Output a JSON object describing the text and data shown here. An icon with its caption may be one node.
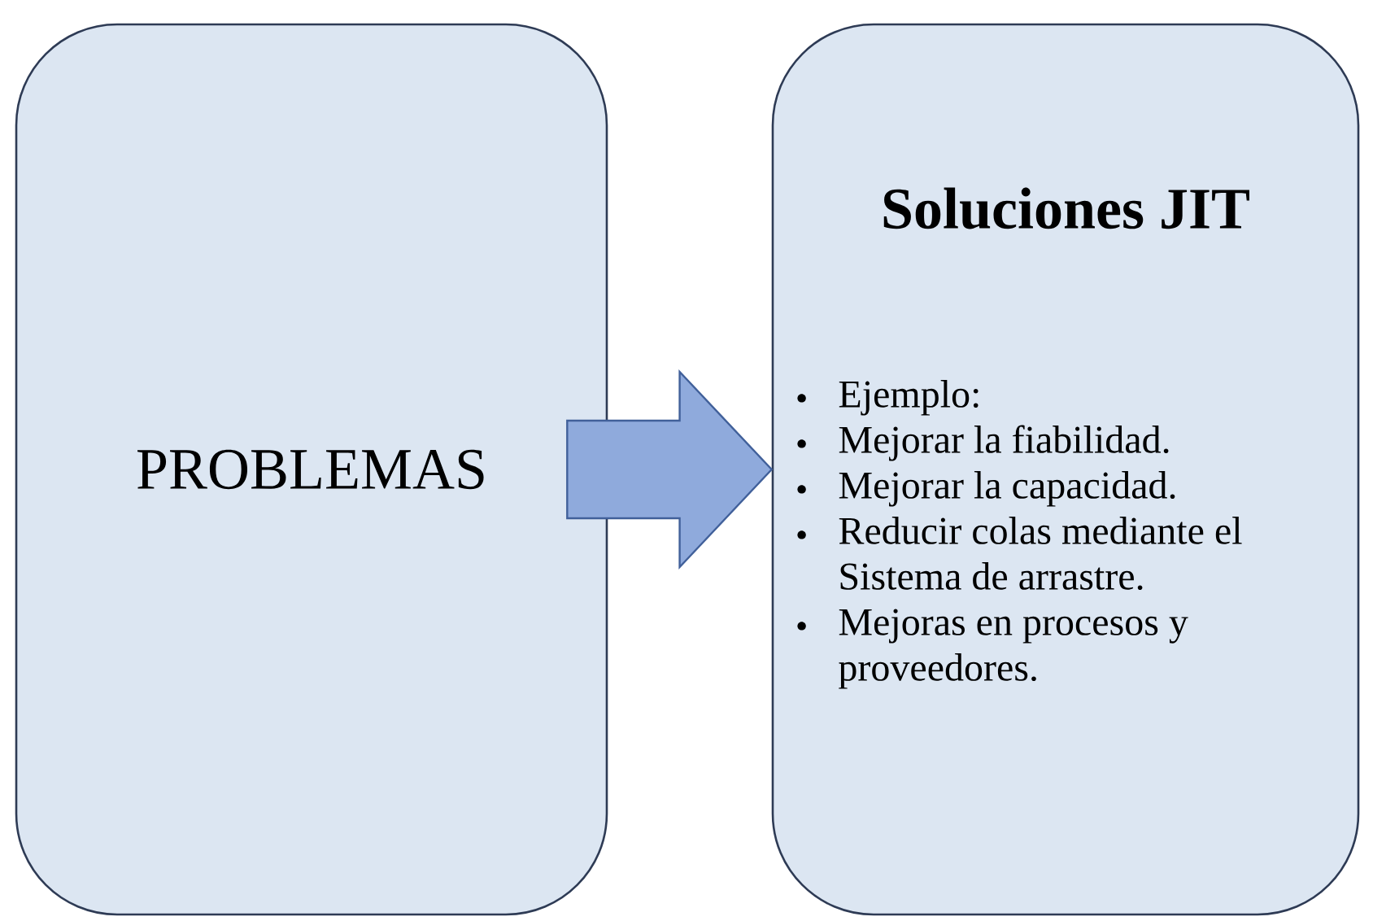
{
  "diagram": {
    "nodes": [
      {
        "text": [
          "PROBLEMAS"
        ]
      },
      {
        "text": [
          "Soluciones JIT",
          "Ejemplo:",
          "Mejorar la fiabilidad.",
          "Mejorar la capacidad.",
          "Reducir colas mediante el Sistema de arrastre.",
          "Mejoras en procesos y proveedores."
        ]
      }
    ],
    "edges": [
      {
        "from": 0,
        "to": 1,
        "arrow": "to"
      }
    ]
  }
}
